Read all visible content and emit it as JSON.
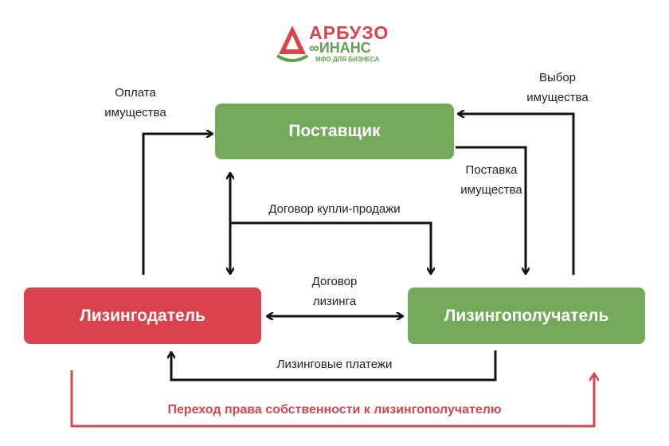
{
  "logo": {
    "line1": "АРБУЗО",
    "line2": "∞ИНАНС",
    "line3": "МФО ДЛЯ БИЗНЕСА"
  },
  "nodes": {
    "supplier": "Поставщик",
    "lessor": "Лизингодатель",
    "lessee": "Лизингополучатель"
  },
  "labels": {
    "payment_1": "Оплата",
    "payment_2": "имущества",
    "choice_1": "Выбор",
    "choice_2": "имущества",
    "delivery_1": "Поставка",
    "delivery_2": "имущества",
    "purchase": "Договор купли-продажи",
    "leasing_1": "Договор",
    "leasing_2": "лизинга",
    "payments": "Лизинговые платежи",
    "ownership": "Переход права собственности к лизингополучателю"
  },
  "colors": {
    "green": "#72a95a",
    "red": "#d9434b",
    "arrow": "#111111",
    "ownership": "#cc4a50"
  }
}
